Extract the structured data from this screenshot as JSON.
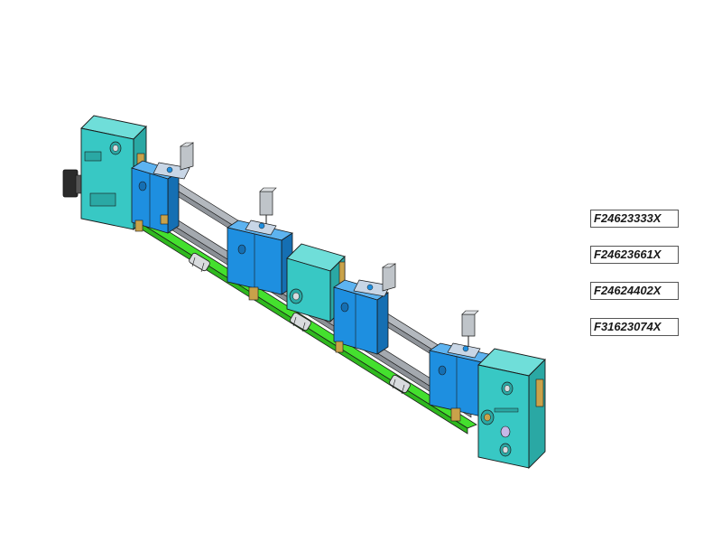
{
  "part_numbers": [
    "F24623333X",
    "F24623661X",
    "F24624402X",
    "F31623074X"
  ],
  "colors": {
    "end_housing": "#38c8c4",
    "carriage_block": "#1e8fe0",
    "guide_rod": "#a4a9af",
    "base_rail": "#44e02e",
    "brass_spacer": "#c9a24a",
    "bracket": "#bfc4c9",
    "outline": "#1a1a1a"
  }
}
